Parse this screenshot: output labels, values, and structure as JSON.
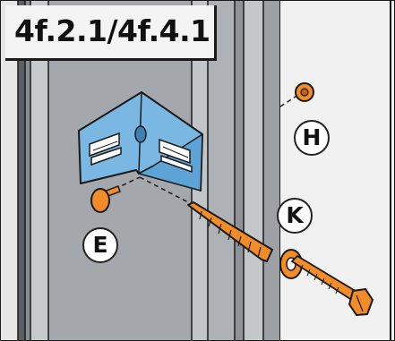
{
  "step_label": "4f.2.1/4f.4.1",
  "callouts": {
    "e": "E",
    "h": "H",
    "k": "K"
  },
  "colors": {
    "bracket": "#7ab8e3",
    "fastener": "#f28c28",
    "profile": "#aeb2b6",
    "wall": "#f1f1f1",
    "outline": "#1a1a1a"
  }
}
